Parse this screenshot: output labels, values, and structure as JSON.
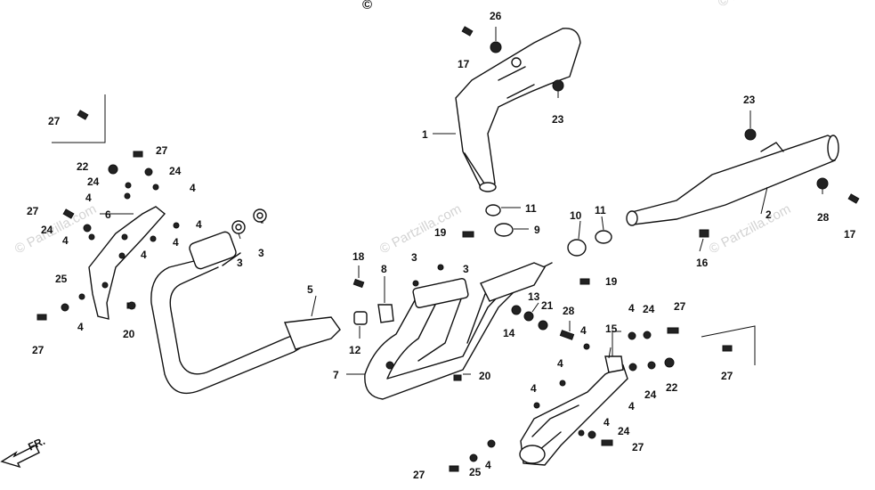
{
  "watermark": "© Partzilla.com",
  "top_mark": "©",
  "direction_label": "FR.",
  "callouts": [
    {
      "id": "c-27-a",
      "text": "27"
    },
    {
      "id": "c-22-a",
      "text": "22"
    },
    {
      "id": "c-27-b",
      "text": "27"
    },
    {
      "id": "c-24-a",
      "text": "24"
    },
    {
      "id": "c-24-b",
      "text": "24"
    },
    {
      "id": "c-4-a",
      "text": "4"
    },
    {
      "id": "c-4-b",
      "text": "4"
    },
    {
      "id": "c-27-c",
      "text": "27"
    },
    {
      "id": "c-6",
      "text": "6"
    },
    {
      "id": "c-24-c",
      "text": "24"
    },
    {
      "id": "c-4-c",
      "text": "4"
    },
    {
      "id": "c-4-d",
      "text": "4"
    },
    {
      "id": "c-4-e",
      "text": "4"
    },
    {
      "id": "c-4-f",
      "text": "4"
    },
    {
      "id": "c-25-a",
      "text": "25"
    },
    {
      "id": "c-4-g",
      "text": "4"
    },
    {
      "id": "c-27-d",
      "text": "27"
    },
    {
      "id": "c-20-a",
      "text": "20"
    },
    {
      "id": "c-3-a",
      "text": "3"
    },
    {
      "id": "c-3-b",
      "text": "3"
    },
    {
      "id": "c-5",
      "text": "5"
    },
    {
      "id": "c-26-a",
      "text": "26"
    },
    {
      "id": "c-17-a",
      "text": "17"
    },
    {
      "id": "c-23-a",
      "text": "23"
    },
    {
      "id": "c-1",
      "text": "1"
    },
    {
      "id": "c-11-a",
      "text": "11"
    },
    {
      "id": "c-9",
      "text": "9"
    },
    {
      "id": "c-19-a",
      "text": "19"
    },
    {
      "id": "c-10",
      "text": "10"
    },
    {
      "id": "c-11-b",
      "text": "11"
    },
    {
      "id": "c-18",
      "text": "18"
    },
    {
      "id": "c-8",
      "text": "8"
    },
    {
      "id": "c-3-c",
      "text": "3"
    },
    {
      "id": "c-3-d",
      "text": "3"
    },
    {
      "id": "c-12",
      "text": "12"
    },
    {
      "id": "c-7",
      "text": "7"
    },
    {
      "id": "c-20-b",
      "text": "20"
    },
    {
      "id": "c-19-b",
      "text": "19"
    },
    {
      "id": "c-13",
      "text": "13"
    },
    {
      "id": "c-21",
      "text": "21"
    },
    {
      "id": "c-14",
      "text": "14"
    },
    {
      "id": "c-28-a",
      "text": "28"
    },
    {
      "id": "c-4-h",
      "text": "4"
    },
    {
      "id": "c-23-b",
      "text": "23"
    },
    {
      "id": "c-2",
      "text": "2"
    },
    {
      "id": "c-28-b",
      "text": "28"
    },
    {
      "id": "c-17-b",
      "text": "17"
    },
    {
      "id": "c-16",
      "text": "16"
    },
    {
      "id": "c-4-i",
      "text": "4"
    },
    {
      "id": "c-24-d",
      "text": "24"
    },
    {
      "id": "c-27-e",
      "text": "27"
    },
    {
      "id": "c-15",
      "text": "15"
    },
    {
      "id": "c-27-f",
      "text": "27"
    },
    {
      "id": "c-4-j",
      "text": "4"
    },
    {
      "id": "c-4-k",
      "text": "4"
    },
    {
      "id": "c-24-e",
      "text": "24"
    },
    {
      "id": "c-22-b",
      "text": "22"
    },
    {
      "id": "c-4-l",
      "text": "4"
    },
    {
      "id": "c-4-m",
      "text": "4"
    },
    {
      "id": "c-24-f",
      "text": "24"
    },
    {
      "id": "c-27-g",
      "text": "27"
    },
    {
      "id": "c-27-h",
      "text": "27"
    },
    {
      "id": "c-25-b",
      "text": "25"
    },
    {
      "id": "c-4-n",
      "text": "4"
    }
  ]
}
